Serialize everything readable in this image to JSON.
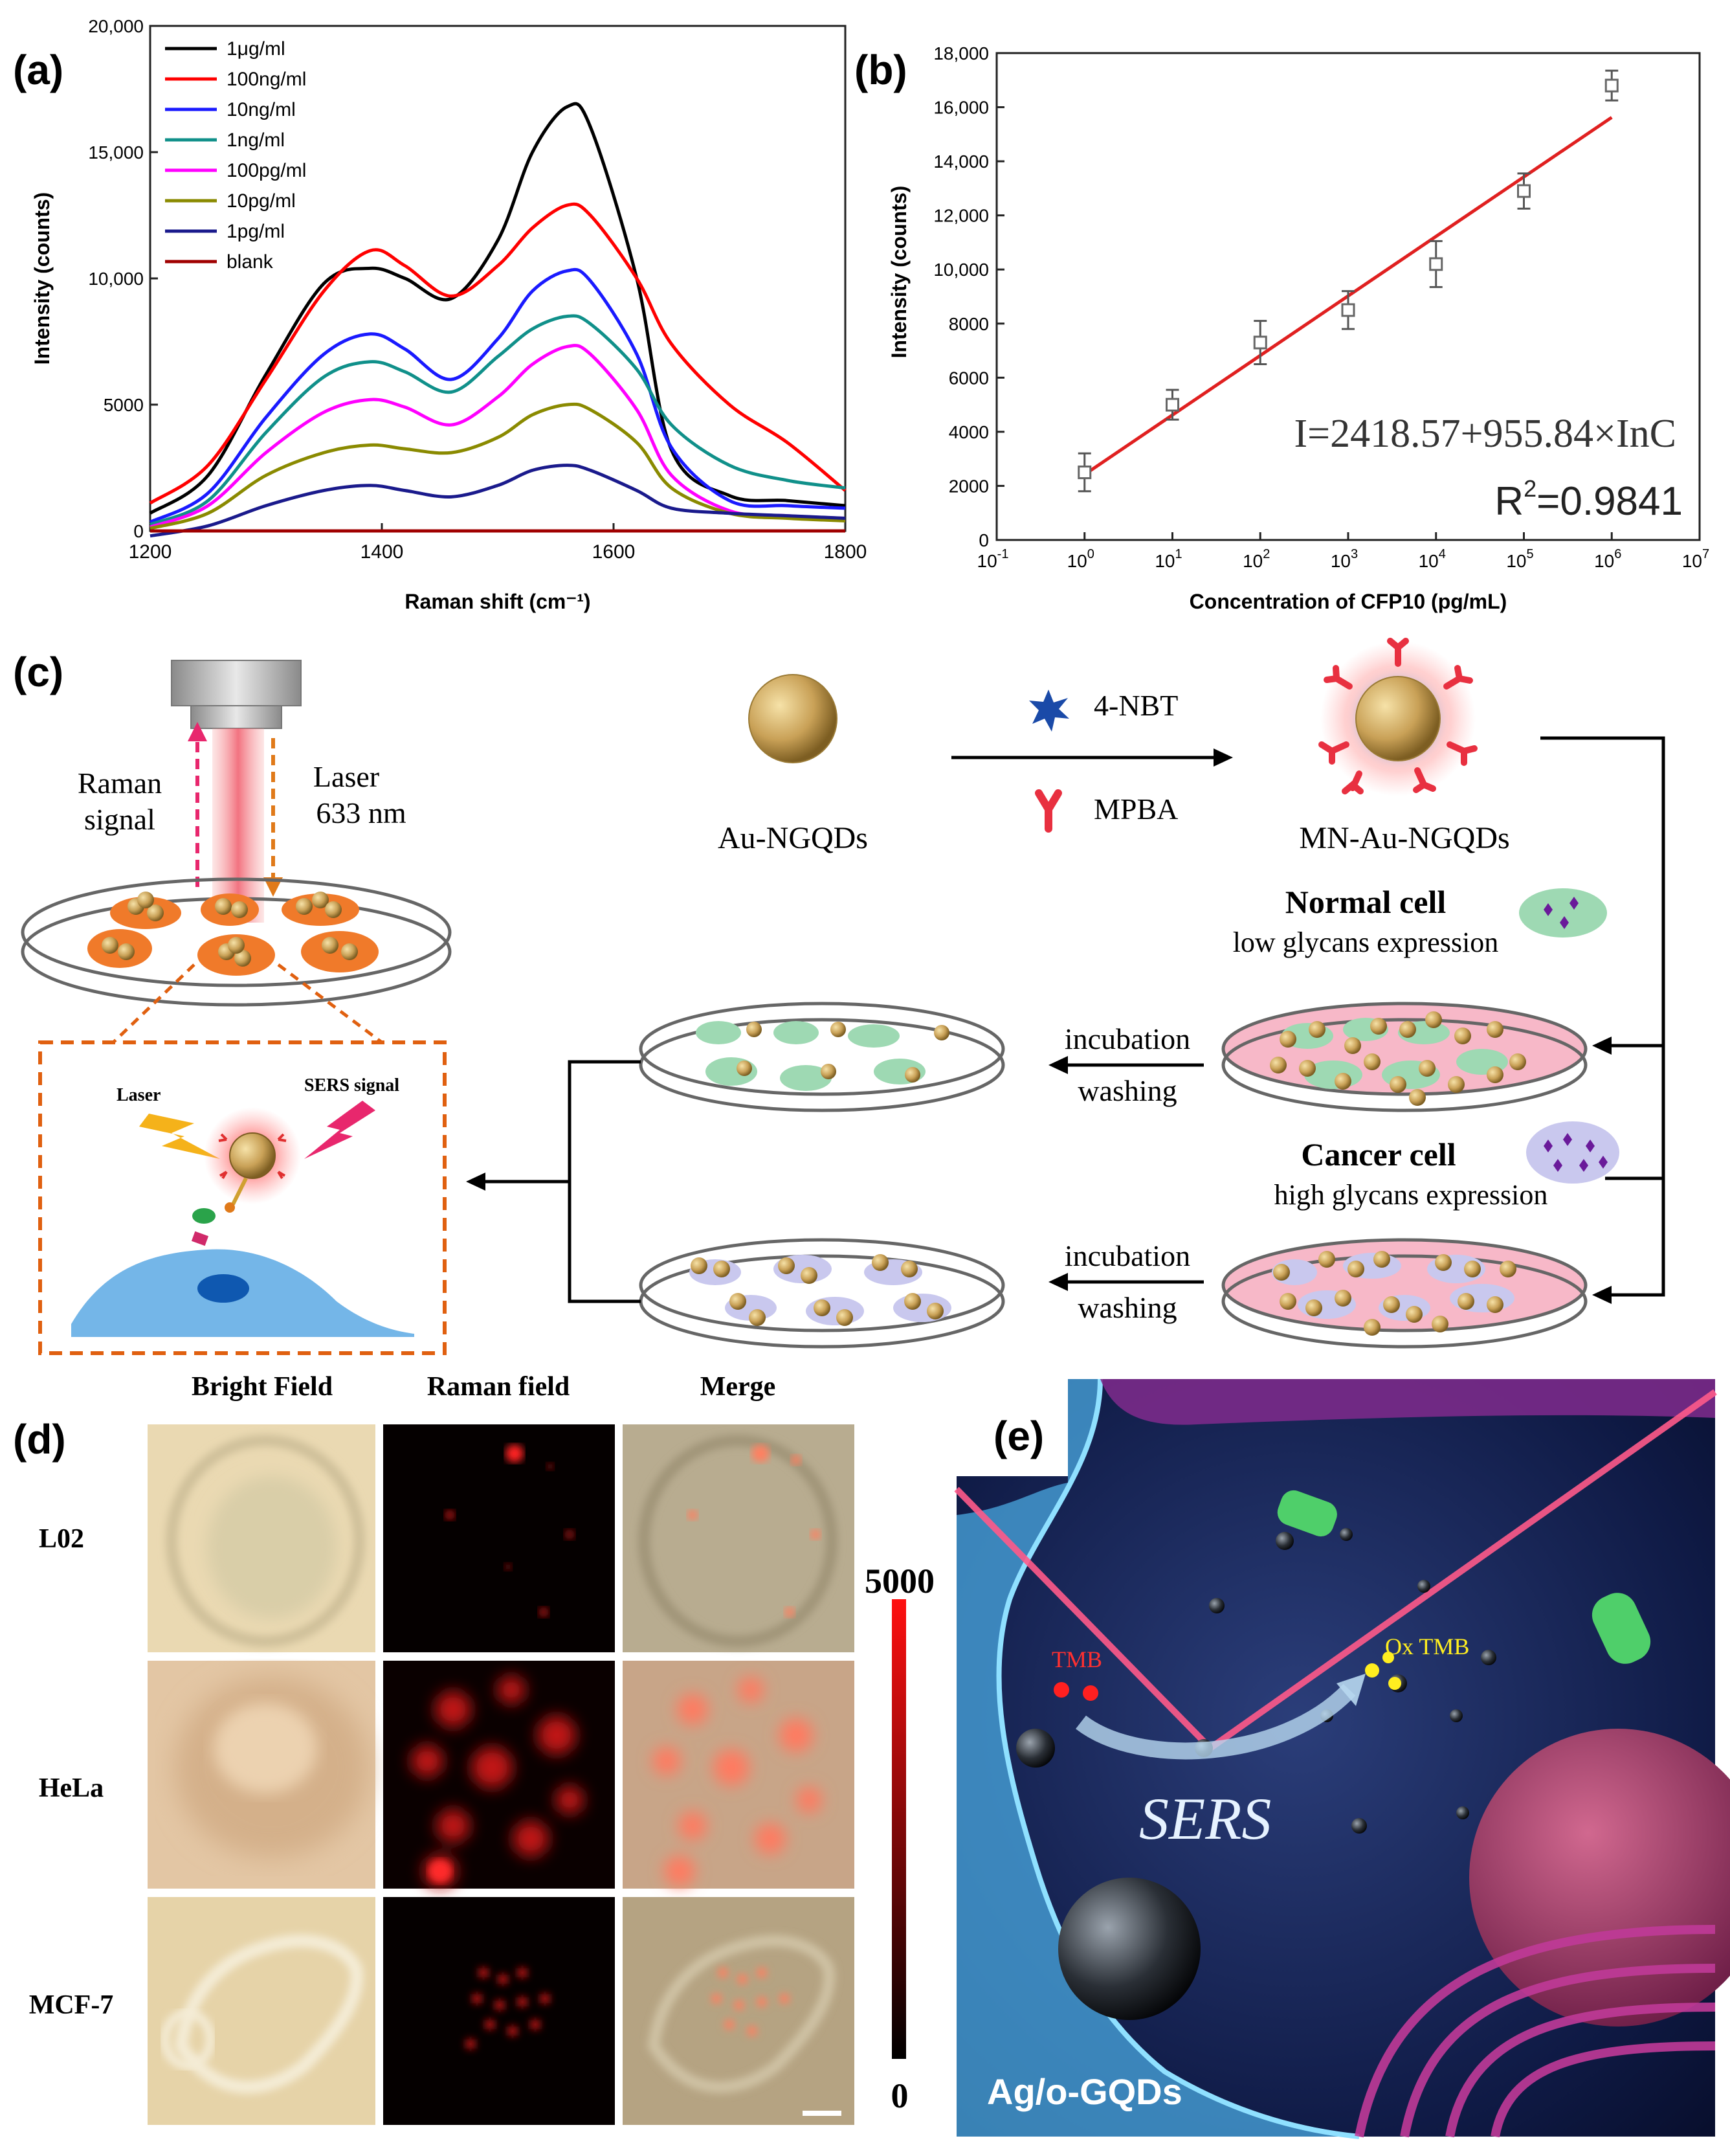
{
  "panel_labels": {
    "a": "(a)",
    "b": "(b)",
    "c": "(c)",
    "d": "(d)",
    "e": "(e)"
  },
  "chart_data": [
    {
      "type": "line",
      "xlabel": "Raman shift (cm⁻¹)",
      "ylabel": "Intensity (counts)",
      "xlim": [
        1200,
        1800
      ],
      "ylim": [
        0,
        20000
      ],
      "x_ticks": [
        "1200",
        "1400",
        "1600",
        "1800"
      ],
      "y_ticks": [
        "0",
        "5000",
        "10,000",
        "15,000",
        "20,000"
      ],
      "legend_position": "top-left",
      "series": [
        {
          "name": "1μg/ml",
          "color": "#000000",
          "x": [
            1200,
            1250,
            1300,
            1350,
            1390,
            1420,
            1460,
            1500,
            1530,
            1560,
            1580,
            1620,
            1650,
            1700,
            1750,
            1800
          ],
          "y": [
            700,
            2200,
            6200,
            9800,
            10400,
            10000,
            9200,
            11500,
            15000,
            16800,
            16000,
            10000,
            3200,
            1400,
            1200,
            1000
          ]
        },
        {
          "name": "100ng/ml",
          "color": "#ff0000",
          "x": [
            1200,
            1250,
            1300,
            1350,
            1390,
            1420,
            1460,
            1500,
            1530,
            1560,
            1580,
            1620,
            1650,
            1700,
            1750,
            1800
          ],
          "y": [
            1100,
            2600,
            6000,
            9500,
            11100,
            10500,
            9300,
            10500,
            12000,
            12900,
            12500,
            10000,
            7400,
            5000,
            3500,
            1600
          ]
        },
        {
          "name": "10ng/ml",
          "color": "#1a1aff",
          "x": [
            1200,
            1250,
            1300,
            1350,
            1390,
            1420,
            1460,
            1500,
            1530,
            1560,
            1580,
            1620,
            1650,
            1700,
            1750,
            1800
          ],
          "y": [
            350,
            1500,
            4500,
            7000,
            7800,
            7200,
            6000,
            7600,
            9500,
            10300,
            9900,
            7000,
            3300,
            1200,
            1000,
            900
          ]
        },
        {
          "name": "1ng/ml",
          "color": "#10908a",
          "x": [
            1200,
            1250,
            1300,
            1350,
            1390,
            1420,
            1460,
            1500,
            1530,
            1560,
            1580,
            1620,
            1650,
            1700,
            1750,
            1800
          ],
          "y": [
            250,
            1200,
            3900,
            6100,
            6700,
            6300,
            5500,
            6900,
            8000,
            8500,
            8200,
            6400,
            4200,
            2600,
            2000,
            1700
          ]
        },
        {
          "name": "100pg/ml",
          "color": "#ff00ff",
          "x": [
            1200,
            1250,
            1300,
            1350,
            1390,
            1420,
            1460,
            1500,
            1530,
            1560,
            1580,
            1620,
            1650,
            1700,
            1750,
            1800
          ],
          "y": [
            150,
            1000,
            3100,
            4700,
            5200,
            4900,
            4200,
            5300,
            6600,
            7300,
            7000,
            4800,
            2200,
            800,
            600,
            500
          ]
        },
        {
          "name": "10pg/ml",
          "color": "#8a8a00",
          "x": [
            1200,
            1250,
            1300,
            1350,
            1390,
            1420,
            1460,
            1500,
            1530,
            1560,
            1580,
            1620,
            1650,
            1700,
            1750,
            1800
          ],
          "y": [
            100,
            700,
            2200,
            3100,
            3400,
            3250,
            3100,
            3700,
            4600,
            5000,
            4800,
            3500,
            1700,
            700,
            500,
            400
          ]
        },
        {
          "name": "1pg/ml",
          "color": "#1a1a8c",
          "x": [
            1200,
            1250,
            1300,
            1350,
            1390,
            1420,
            1460,
            1500,
            1530,
            1560,
            1580,
            1620,
            1650,
            1700,
            1750,
            1800
          ],
          "y": [
            -200,
            200,
            1000,
            1600,
            1800,
            1600,
            1350,
            1800,
            2400,
            2600,
            2400,
            1600,
            900,
            700,
            600,
            500
          ]
        },
        {
          "name": "blank",
          "color": "#a00000",
          "x": [
            1200,
            1800
          ],
          "y": [
            0,
            0
          ]
        }
      ]
    },
    {
      "type": "scatter",
      "xlabel": "Concentration of CFP10 (pg/mL)",
      "ylabel": "Intensity (counts)",
      "x_scale": "log",
      "xlim": [
        0.1,
        10000000
      ],
      "ylim": [
        0,
        18000
      ],
      "x_ticks": [
        {
          "base": "10",
          "exp": "-1"
        },
        {
          "base": "10",
          "exp": "0"
        },
        {
          "base": "10",
          "exp": "1"
        },
        {
          "base": "10",
          "exp": "2"
        },
        {
          "base": "10",
          "exp": "3"
        },
        {
          "base": "10",
          "exp": "4"
        },
        {
          "base": "10",
          "exp": "5"
        },
        {
          "base": "10",
          "exp": "6"
        },
        {
          "base": "10",
          "exp": "7"
        }
      ],
      "y_ticks": [
        "0",
        "2000",
        "4000",
        "6000",
        "8000",
        "10,000",
        "12,000",
        "14,000",
        "16,000",
        "18,000"
      ],
      "points": [
        {
          "x": 1,
          "y": 2500,
          "err": 700
        },
        {
          "x": 10,
          "y": 5000,
          "err": 550
        },
        {
          "x": 100,
          "y": 7300,
          "err": 800
        },
        {
          "x": 1000,
          "y": 8500,
          "err": 700
        },
        {
          "x": 10000,
          "y": 10200,
          "err": 850
        },
        {
          "x": 100000,
          "y": 12900,
          "err": 650
        },
        {
          "x": 1000000,
          "y": 16800,
          "err": 550
        }
      ],
      "fit": {
        "x": [
          1,
          1000000
        ],
        "y": [
          2418.57,
          15624
        ],
        "color": "#e02020"
      },
      "equation": "I=2418.57+955.84×InC",
      "r2_prefix": "R",
      "r2_sup": "2",
      "r2_value": "=0.9841"
    }
  ],
  "panel_c": {
    "raman_signal": [
      "Raman",
      "signal"
    ],
    "laser": [
      "Laser",
      "633 nm"
    ],
    "inset_laser": "Laser",
    "inset_sers": "SERS signal",
    "nbt": "4-NBT",
    "mpba": "MPBA",
    "au_ngqds": "Au-NGQDs",
    "mn_au_ngqds": "MN-Au-NGQDs",
    "normal_cell_title": "Normal cell",
    "normal_cell_sub": "low glycans expression",
    "cancer_cell_title": "Cancer cell",
    "cancer_cell_sub": "high glycans expression",
    "incubation": "incubation",
    "washing": "washing"
  },
  "panel_d": {
    "col_headers": [
      "Bright Field",
      "Raman field",
      "Merge"
    ],
    "row_labels": [
      "L02",
      "HeLa",
      "MCF-7"
    ],
    "scale_max": "5000",
    "scale_min": "0"
  },
  "panel_e": {
    "tmb": "TMB",
    "ox_tmb": "Ox TMB",
    "sers": "SERS",
    "material": "Ag/o-GQDs"
  }
}
